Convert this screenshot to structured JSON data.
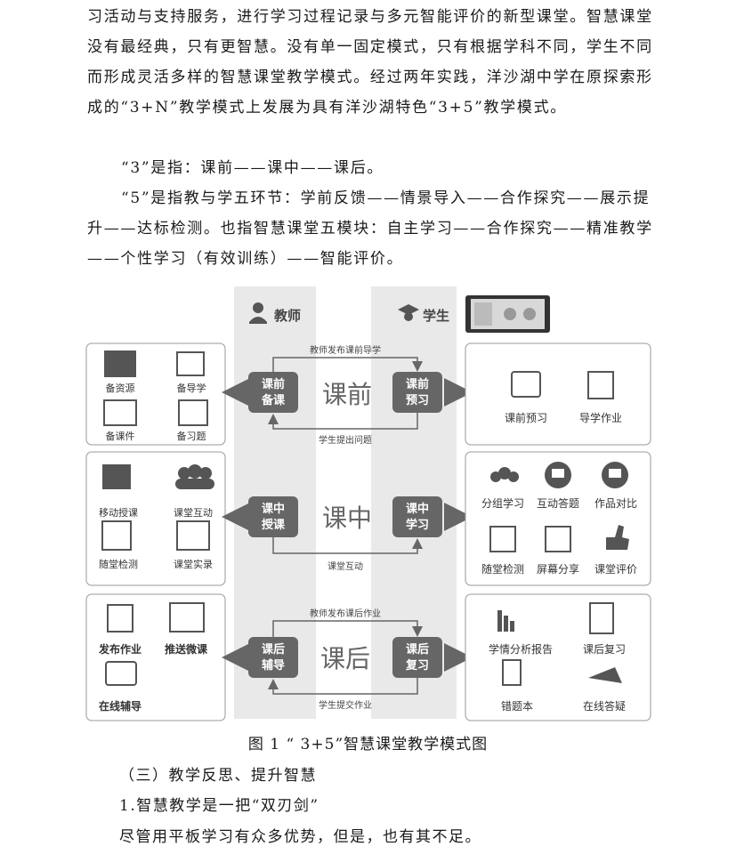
{
  "paragraph1": "习活动与支持服务，进行学习过程记录与多元智能评价的新型课堂。智慧课堂没有最经典，只有更智慧。没有单一固定模式，只有根据学科不同，学生不同而形成灵活多样的智慧课堂教学模式。经过两年实践，洋沙湖中学在原探索形成的“3+N”教学模式上发展为具有洋沙湖特色“3+5”教学模式。",
  "paragraph2": "“3”是指：课前——课中——课后。",
  "paragraph3": "“5”是指教与学五环节：学前反馈——情景导入——合作探究——展示提升——达标检测。也指智慧课堂五模块：自主学习——合作探究——精准教学——个性学习（有效训练）——智能评价。",
  "diagram": {
    "teacher_label": "教师",
    "student_label": "学生",
    "before": {
      "stage": "课前",
      "teacher_box": [
        "课前",
        "备课"
      ],
      "student_box": [
        "课前",
        "预习"
      ],
      "arrow_top": "教师发布课前导学",
      "arrow_bottom": "学生提出问题",
      "left_items": [
        "备资源",
        "备导学",
        "备课件",
        "备习题"
      ],
      "right_items": [
        "课前预习",
        "导学作业"
      ]
    },
    "during": {
      "stage": "课中",
      "teacher_box": [
        "课中",
        "授课"
      ],
      "student_box": [
        "课中",
        "学习"
      ],
      "arrow_bottom": "课堂互动",
      "left_items": [
        "移动授课",
        "课堂互动",
        "随堂检测",
        "课堂实录"
      ],
      "right_items": [
        "分组学习",
        "互动答题",
        "作品对比",
        "随堂检测",
        "屏幕分享",
        "课堂评价"
      ]
    },
    "after": {
      "stage": "课后",
      "teacher_box": [
        "课后",
        "辅导"
      ],
      "student_box": [
        "课后",
        "复习"
      ],
      "arrow_top": "教师发布课后作业",
      "arrow_bottom": "学生提交作业",
      "left_items": [
        "发布作业",
        "推送微课",
        "在线辅导"
      ],
      "right_items": [
        "学情分析报告",
        "课后复习",
        "错题本",
        "在线答疑"
      ]
    }
  },
  "caption": "图 1 “ 3+5”智慧课堂教学模式图",
  "heading": "（三）教学反思、提升智慧",
  "subheading": "1.智慧教学是一把“双刃剑”",
  "last_line": "尽管用平板学习有众多优势，但是，也有其不足。"
}
